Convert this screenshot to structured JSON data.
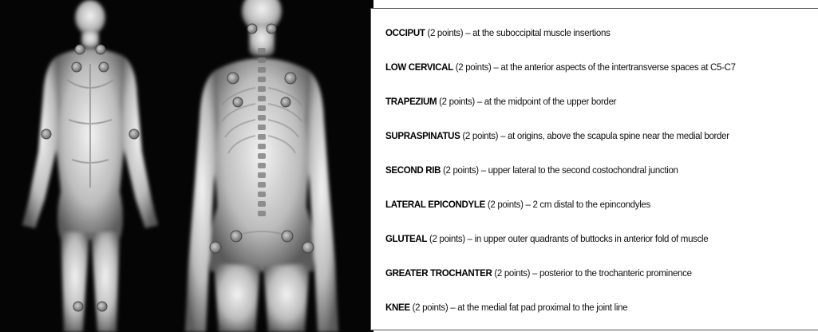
{
  "legend": {
    "items": [
      {
        "name": "OCCIPUT",
        "count": "(2 points)",
        "description": "– at the suboccipital muscle insertions"
      },
      {
        "name": "LOW CERVICAL",
        "count": "(2 points)",
        "description": "– at the anterior aspects of the intertransverse spaces at C5-C7"
      },
      {
        "name": "TRAPEZIUM",
        "count": "(2 points)",
        "description": "– at the midpoint of the upper border"
      },
      {
        "name": "SUPRASPINATUS",
        "count": "(2 points)",
        "description": "– at origins, above the scapula spine near the medial border"
      },
      {
        "name": "SECOND RIB",
        "count": "(2 points)",
        "description": "– upper lateral to the second costochondral junction"
      },
      {
        "name": "LATERAL EPICONDYLE",
        "count": "(2 points)",
        "description": "– 2 cm distal to the epincondyles"
      },
      {
        "name": "GLUTEAL",
        "count": "(2 points)",
        "description": "– in upper outer quadrants of buttocks in anterior fold of muscle"
      },
      {
        "name": "GREATER TROCHANTER",
        "count": "(2 points)",
        "description": "– posterior to the trochanteric prominence"
      },
      {
        "name": "KNEE",
        "count": "(2 points)",
        "description": "– at the medial fat pad proximal to the joint line"
      }
    ]
  },
  "colors": {
    "figure_background": "#050505",
    "body_glow": "#d8d8d8",
    "tender_point": "#8a8a8a"
  }
}
